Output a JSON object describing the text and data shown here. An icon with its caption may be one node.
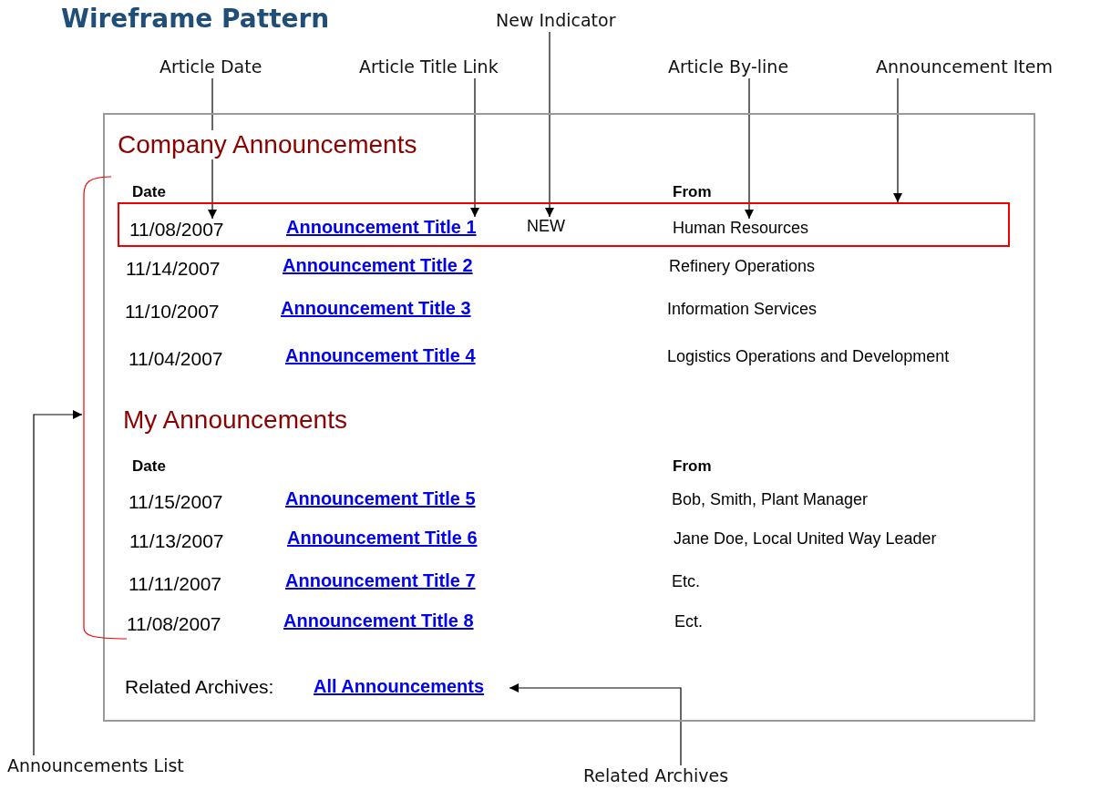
{
  "diagram": {
    "title": "Wireframe Pattern",
    "nodes": [
      {
        "text": [
          "Article Date"
        ]
      },
      {
        "text": [
          "Article Title Link"
        ]
      },
      {
        "text": [
          "New Indicator"
        ]
      },
      {
        "text": [
          "Article By-line"
        ]
      },
      {
        "text": [
          "Announcement Item"
        ]
      },
      {
        "text": [
          "Announcements List"
        ]
      },
      {
        "text": [
          "Related Archives"
        ]
      },
      {
        "text": [],
        "shape": "box"
      },
      {
        "text": [],
        "shape": "box",
        "in": 7
      },
      {
        "text": [
          "11/08/2007"
        ],
        "in": 8
      },
      {
        "text": [
          "Announcement Title 1"
        ],
        "in": 8
      },
      {
        "text": [
          "NEW"
        ],
        "in": 8
      },
      {
        "text": [
          "Human Resources"
        ],
        "in": 8
      },
      {
        "text": [],
        "shape": "bracket",
        "in": 7
      },
      {
        "text": [
          "All Announcements"
        ],
        "in": 7
      }
    ],
    "edges": [
      {
        "from": 0,
        "to": 9,
        "arrow": "to"
      },
      {
        "from": 1,
        "to": 10,
        "arrow": "to"
      },
      {
        "from": 2,
        "to": 11,
        "arrow": "to"
      },
      {
        "from": 3,
        "to": 12,
        "arrow": "to"
      },
      {
        "from": 4,
        "to": 8,
        "arrow": "to"
      },
      {
        "from": 5,
        "to": 13,
        "arrow": "to"
      },
      {
        "from": 6,
        "to": 14,
        "arrow": "to"
      }
    ],
    "labels": [
      "Company Announcements",
      "Date",
      "From",
      "11/14/2007",
      "Announcement Title 2",
      "Refinery Operations",
      "11/10/2007",
      "Announcement Title 3",
      "Information Services",
      "11/04/2007",
      "Announcement Title 4",
      "Logistics Operations and Development",
      "My Announcements",
      "Date",
      "From",
      "11/15/2007",
      "Announcement Title 5",
      "Bob, Smith, Plant Manager",
      "11/13/2007",
      "Announcement Title 6",
      "Jane Doe, Local United Way Leader",
      "11/11/2007",
      "Announcement Title 7",
      "Etc.",
      "11/08/2007",
      "Announcement Title 8",
      "Ect.",
      "Related Archives:"
    ]
  }
}
